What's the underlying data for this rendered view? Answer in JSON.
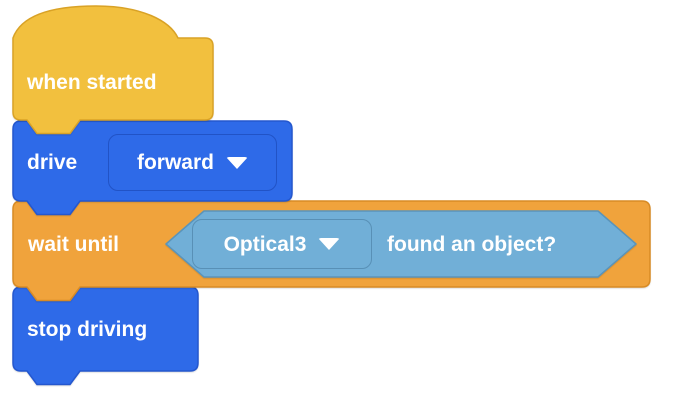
{
  "canvas": {
    "background": "#FFFFFF"
  },
  "palette": {
    "hat_yellow": "#F2C03E",
    "hat_yellow_border": "#D9A226",
    "drivetrain_blue": "#2E6AE8",
    "drivetrain_blue_border": "#2457CE",
    "control_orange": "#F0A33C",
    "control_orange_border": "#D88B25",
    "sensing_lightblue": "#71AFD7",
    "sensing_lightblue_border": "#5A94BA",
    "label_text": "#FFFFFF"
  },
  "blocks": {
    "when_started": {
      "type": "hat",
      "label": "when started",
      "color": "#F2C03E"
    },
    "drive": {
      "type": "stack",
      "label": "drive",
      "color": "#2E6AE8",
      "dropdown": {
        "value": "forward",
        "icon": "dropdown-arrow"
      }
    },
    "wait_until": {
      "type": "stack",
      "label": "wait until",
      "color": "#F0A33C",
      "condition": {
        "type": "boolean-hexagon",
        "color": "#71AFD7",
        "dropdown": {
          "value": "Optical3",
          "icon": "dropdown-arrow"
        },
        "label": "found an object?"
      }
    },
    "stop_driving": {
      "type": "stack",
      "label": "stop driving",
      "color": "#2E6AE8"
    }
  }
}
